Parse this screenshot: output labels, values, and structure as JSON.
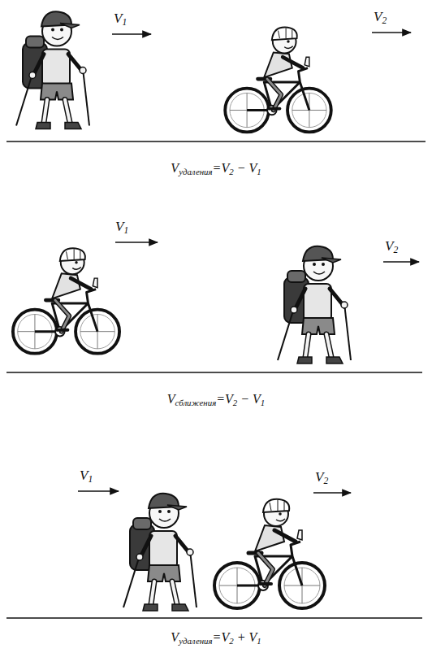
{
  "diagram": {
    "labels": [
      "V1",
      "V2",
      "Vудаления=V2 − V1",
      "V1",
      "V2",
      "Vсближения=V2 − V1",
      "V1",
      "V2",
      "Vудаления=V2 + V1"
    ]
  }
}
